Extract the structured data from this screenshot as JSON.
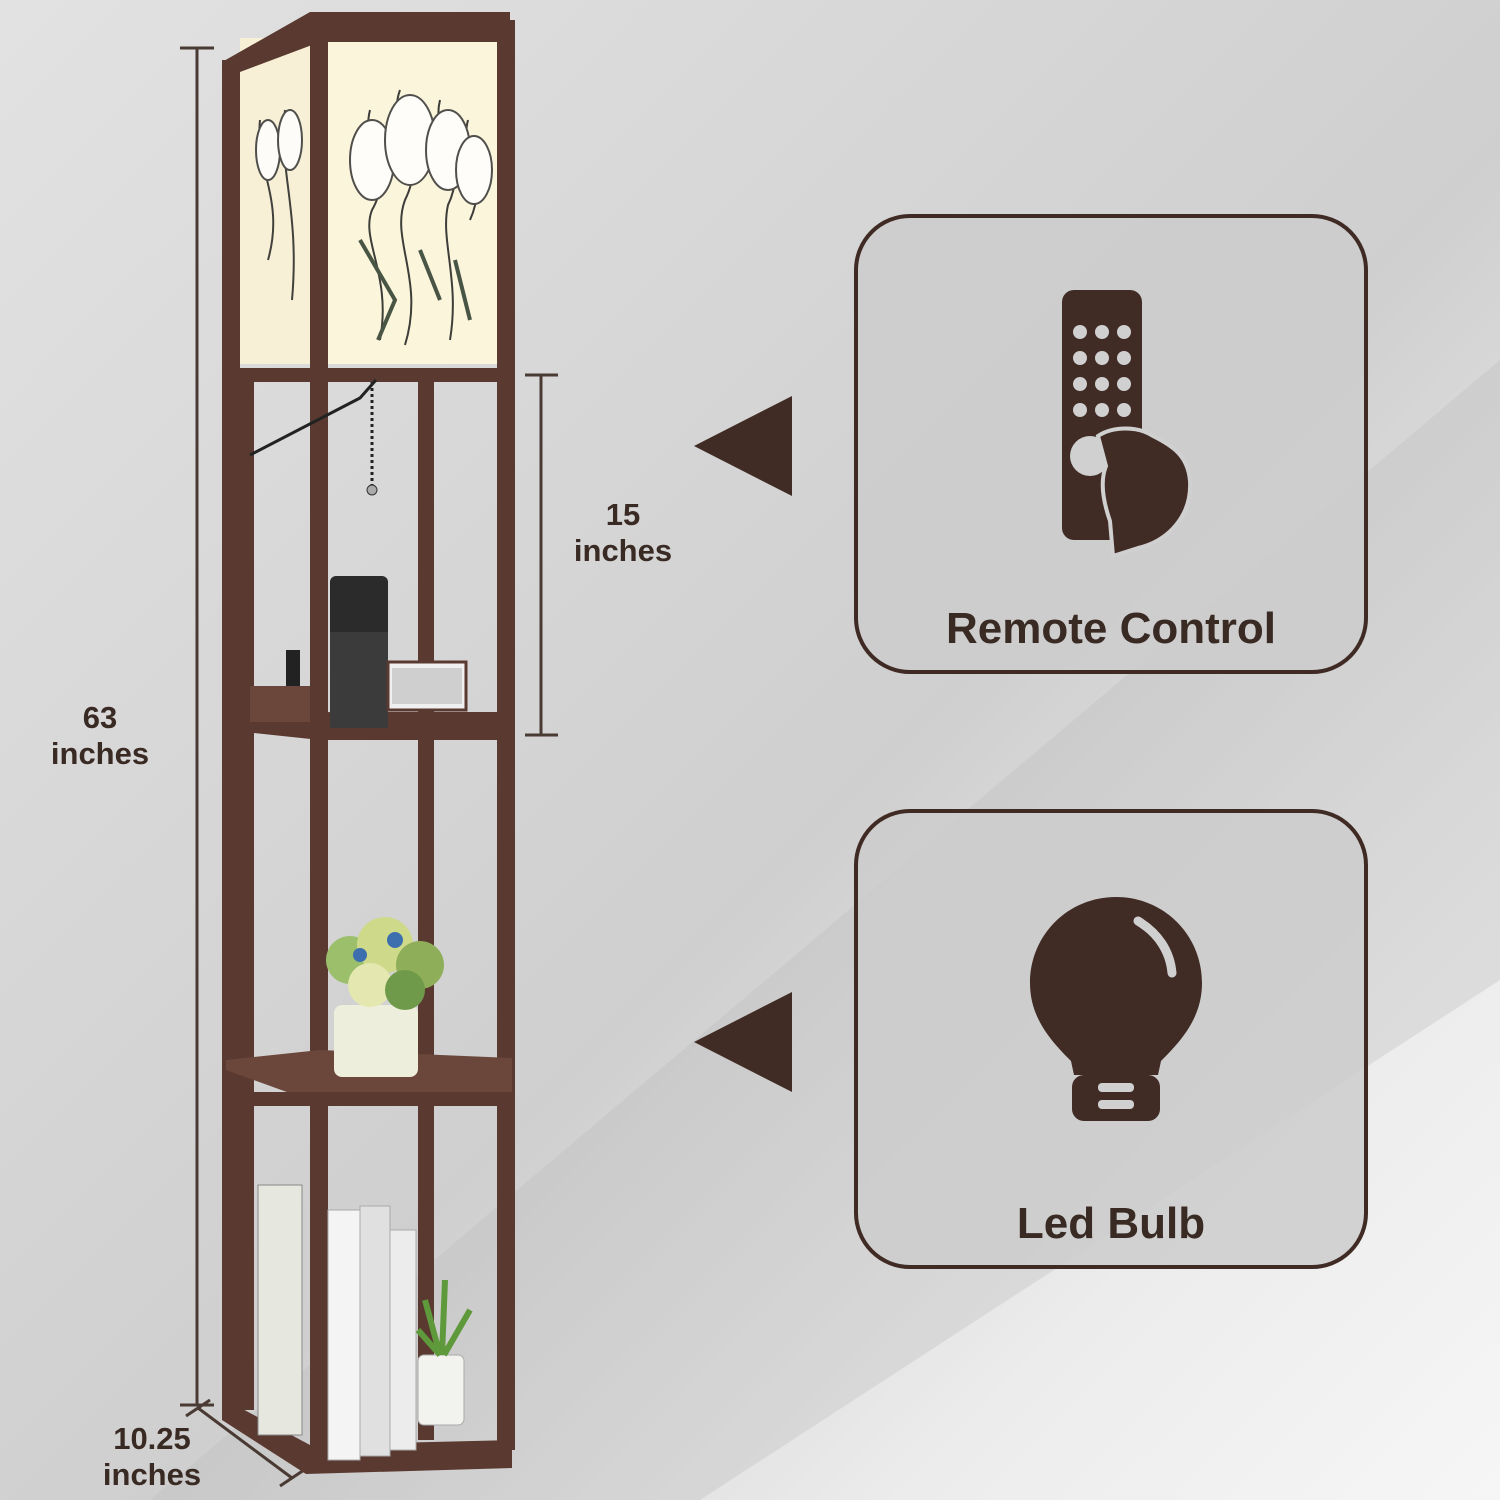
{
  "dimensions": {
    "height_value": "63",
    "height_unit": "inches",
    "shelf_value": "15",
    "shelf_unit": "inches",
    "width_value": "10.25",
    "width_unit": "inches"
  },
  "features": [
    {
      "title": "Remote Control",
      "icon": "remote-control-icon"
    },
    {
      "title": "Led Bulb",
      "icon": "led-bulb-icon"
    }
  ],
  "colors": {
    "brand_brown": "#402b25",
    "background": "#d6d6d6"
  }
}
